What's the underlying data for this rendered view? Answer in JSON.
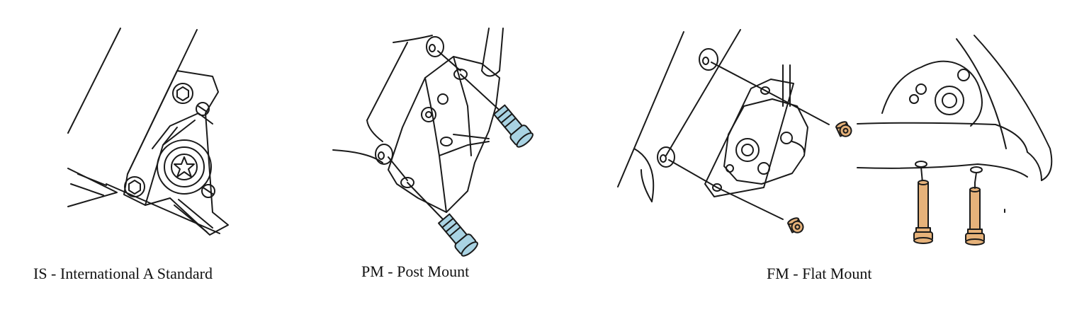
{
  "figure": {
    "panels": [
      {
        "id": "is",
        "caption": "IS - International A Standard"
      },
      {
        "id": "pm",
        "caption": "PM - Post Mount"
      },
      {
        "id": "fm",
        "caption": "FM - Flat Mount"
      }
    ]
  },
  "colors": {
    "line": "#1a1a1a",
    "pm_bolt_fill": "#a9d3e3",
    "fm_bolt_fill": "#e6b27a"
  }
}
